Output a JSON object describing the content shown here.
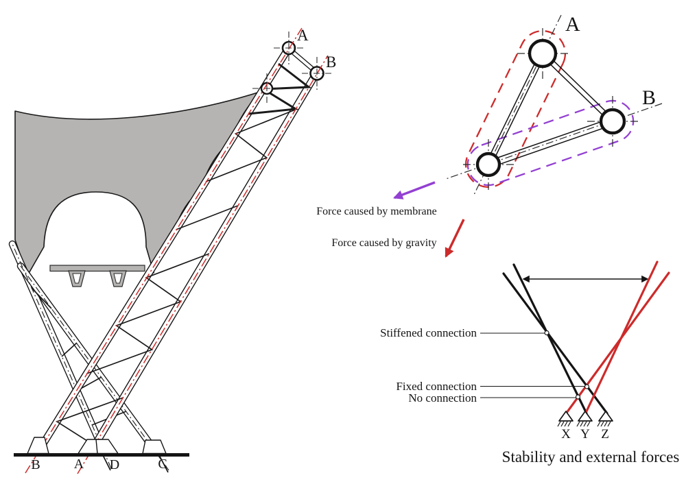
{
  "colors": {
    "red": "#cd2b2b",
    "purple": "#9340d2",
    "membrane_gray": "#b6b4b2",
    "ink": "#141414"
  },
  "structure_section": {
    "top_label_a": "A",
    "top_label_b": "B",
    "base_labels": [
      "B",
      "A",
      "D",
      "C"
    ]
  },
  "node_detail": {
    "label_a": "A",
    "label_b": "B"
  },
  "force_legend": {
    "membrane": "Force caused by membrane",
    "gravity": "Force caused by gravity"
  },
  "stability": {
    "stiffened": "Stiffened connection",
    "fixed": "Fixed connection",
    "none": "No connection",
    "supports": [
      "X",
      "Y",
      "Z"
    ],
    "title": "Stability and external forces"
  }
}
